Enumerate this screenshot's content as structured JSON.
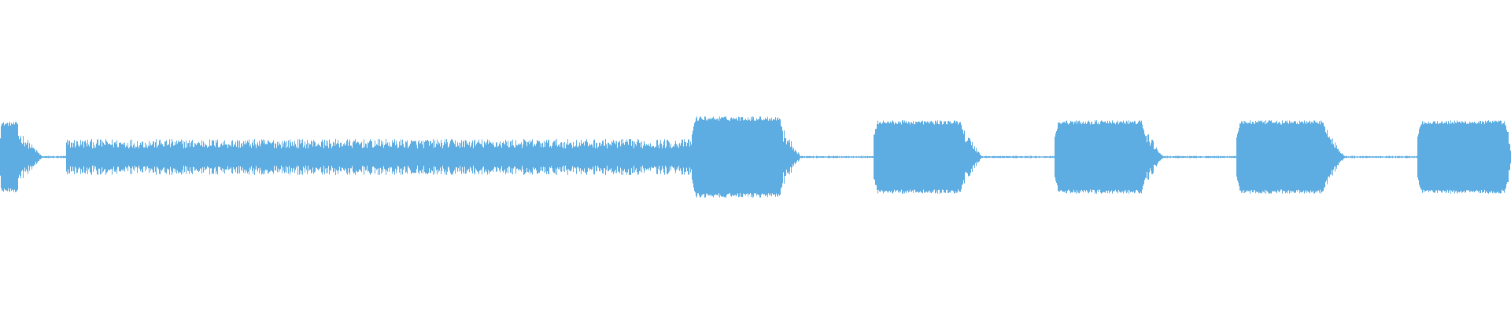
{
  "waveform": {
    "color": "#5dade2",
    "background": "#ffffff",
    "segments": [
      {
        "kind": "burst",
        "start": 0.0,
        "end": 0.012,
        "amplitude": 0.43
      },
      {
        "kind": "decay",
        "start": 0.012,
        "end": 0.028,
        "amplitude": 0.3
      },
      {
        "kind": "silence",
        "start": 0.028,
        "end": 0.044,
        "amplitude": 0.01
      },
      {
        "kind": "noisy",
        "start": 0.044,
        "end": 0.458,
        "amplitude": 0.2
      },
      {
        "kind": "burst",
        "start": 0.458,
        "end": 0.518,
        "amplitude": 0.5
      },
      {
        "kind": "decay",
        "start": 0.518,
        "end": 0.53,
        "amplitude": 0.3
      },
      {
        "kind": "silence",
        "start": 0.53,
        "end": 0.578,
        "amplitude": 0.01
      },
      {
        "kind": "burst",
        "start": 0.578,
        "end": 0.638,
        "amplitude": 0.45
      },
      {
        "kind": "decay",
        "start": 0.638,
        "end": 0.65,
        "amplitude": 0.3
      },
      {
        "kind": "silence",
        "start": 0.65,
        "end": 0.698,
        "amplitude": 0.01
      },
      {
        "kind": "burst",
        "start": 0.698,
        "end": 0.758,
        "amplitude": 0.45
      },
      {
        "kind": "decay",
        "start": 0.758,
        "end": 0.77,
        "amplitude": 0.3
      },
      {
        "kind": "silence",
        "start": 0.77,
        "end": 0.818,
        "amplitude": 0.01
      },
      {
        "kind": "burst",
        "start": 0.818,
        "end": 0.878,
        "amplitude": 0.45
      },
      {
        "kind": "decay",
        "start": 0.878,
        "end": 0.89,
        "amplitude": 0.3
      },
      {
        "kind": "silence",
        "start": 0.89,
        "end": 0.938,
        "amplitude": 0.01
      },
      {
        "kind": "burst",
        "start": 0.938,
        "end": 0.998,
        "amplitude": 0.45
      },
      {
        "kind": "decay",
        "start": 0.998,
        "end": 1.0,
        "amplitude": 0.3
      }
    ]
  }
}
